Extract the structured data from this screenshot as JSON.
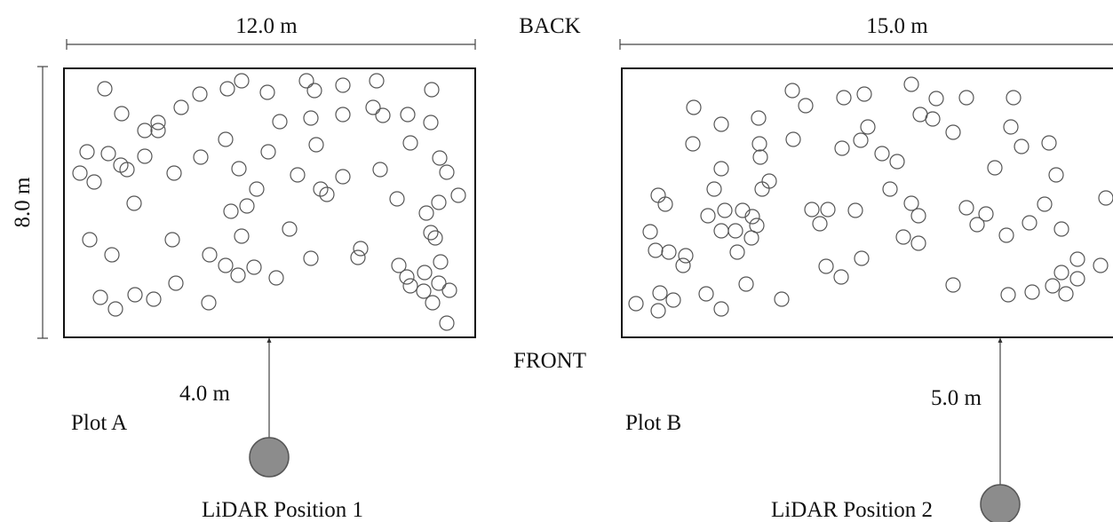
{
  "labels": {
    "back": "BACK",
    "front": "FRONT",
    "plot_a": {
      "name": "Plot A",
      "width": "12.0 m",
      "depth": "8.0 m",
      "distance": "4.0 m",
      "lidar": "LiDAR Position 1"
    },
    "plot_b": {
      "name": "Plot B",
      "width": "15.0 m",
      "distance": "5.0 m",
      "lidar": "LiDAR Position 2"
    }
  },
  "colors": {
    "frame": "#111111",
    "tree": "#555555",
    "lidar_fill": "#8c8c8c",
    "lidar_stroke": "#555555",
    "dimension": "#444444"
  }
}
